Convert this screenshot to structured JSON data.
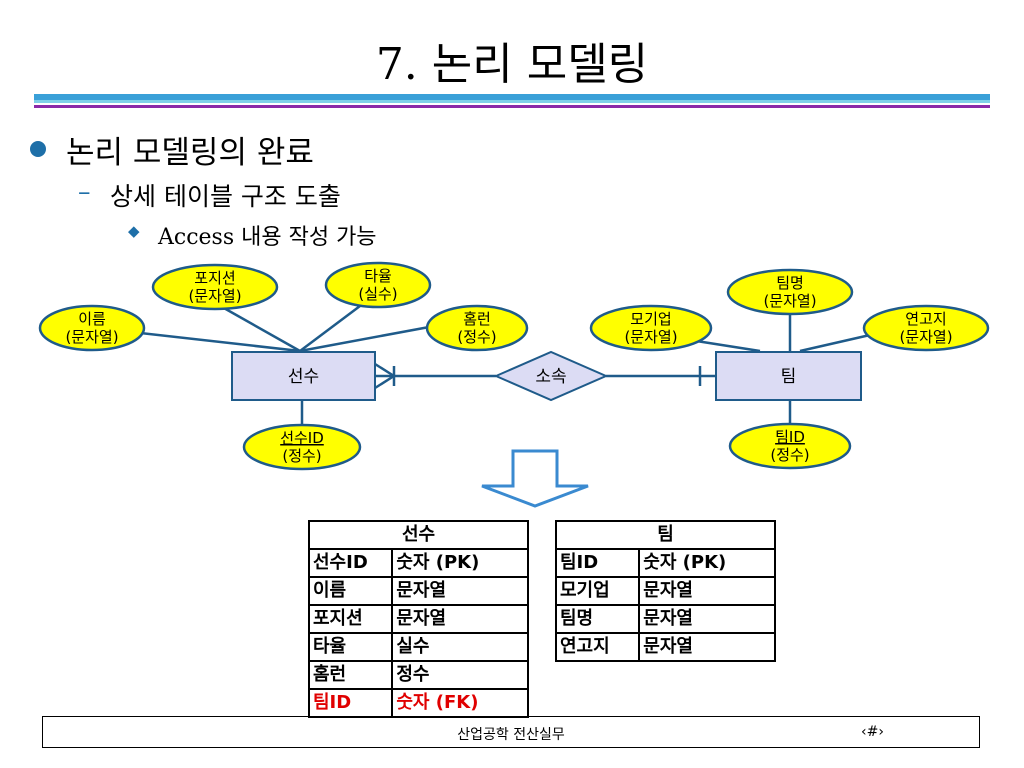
{
  "slide": {
    "title": "7. 논리 모델링"
  },
  "bullets": {
    "l1": "논리 모델링의 완료",
    "l2": "상세 테이블 구조 도출",
    "l3": "Access 내용 작성 가능"
  },
  "colors": {
    "accent": "#1e6fa8",
    "entity_fill": "#dcdcf4",
    "attr_fill": "#ffff00",
    "line": "#1f5b8a",
    "fk": "#e00000"
  },
  "diagram": {
    "entities": {
      "player": "선수",
      "team": "팀"
    },
    "relationship": "소속",
    "player_attrs": [
      {
        "name": "이름",
        "type": "(문자열)"
      },
      {
        "name": "포지션",
        "type": "(문자열)"
      },
      {
        "name": "타율",
        "type": "(실수)"
      },
      {
        "name": "홈런",
        "type": "(정수)"
      },
      {
        "name": "선수ID",
        "type": "(정수)"
      }
    ],
    "team_attrs": [
      {
        "name": "팀명",
        "type": "(문자열)"
      },
      {
        "name": "모기업",
        "type": "(문자열)"
      },
      {
        "name": "연고지",
        "type": "(문자열)"
      },
      {
        "name": "팀ID",
        "type": "(정수)"
      }
    ]
  },
  "tables": {
    "player": {
      "title": "선수",
      "rows": [
        [
          "선수ID",
          "숫자 (PK)"
        ],
        [
          "이름",
          "문자열"
        ],
        [
          "포지션",
          "문자열"
        ],
        [
          "타율",
          "실수"
        ],
        [
          "홈런",
          "정수"
        ],
        [
          "팀ID",
          "숫자 (FK)"
        ]
      ]
    },
    "team": {
      "title": "팀",
      "rows": [
        [
          "팀ID",
          "숫자 (PK)"
        ],
        [
          "모기업",
          "문자열"
        ],
        [
          "팀명",
          "문자열"
        ],
        [
          "연고지",
          "문자열"
        ]
      ]
    }
  },
  "footer": {
    "text": "산업공학 전산실무",
    "page": "‹#›"
  }
}
